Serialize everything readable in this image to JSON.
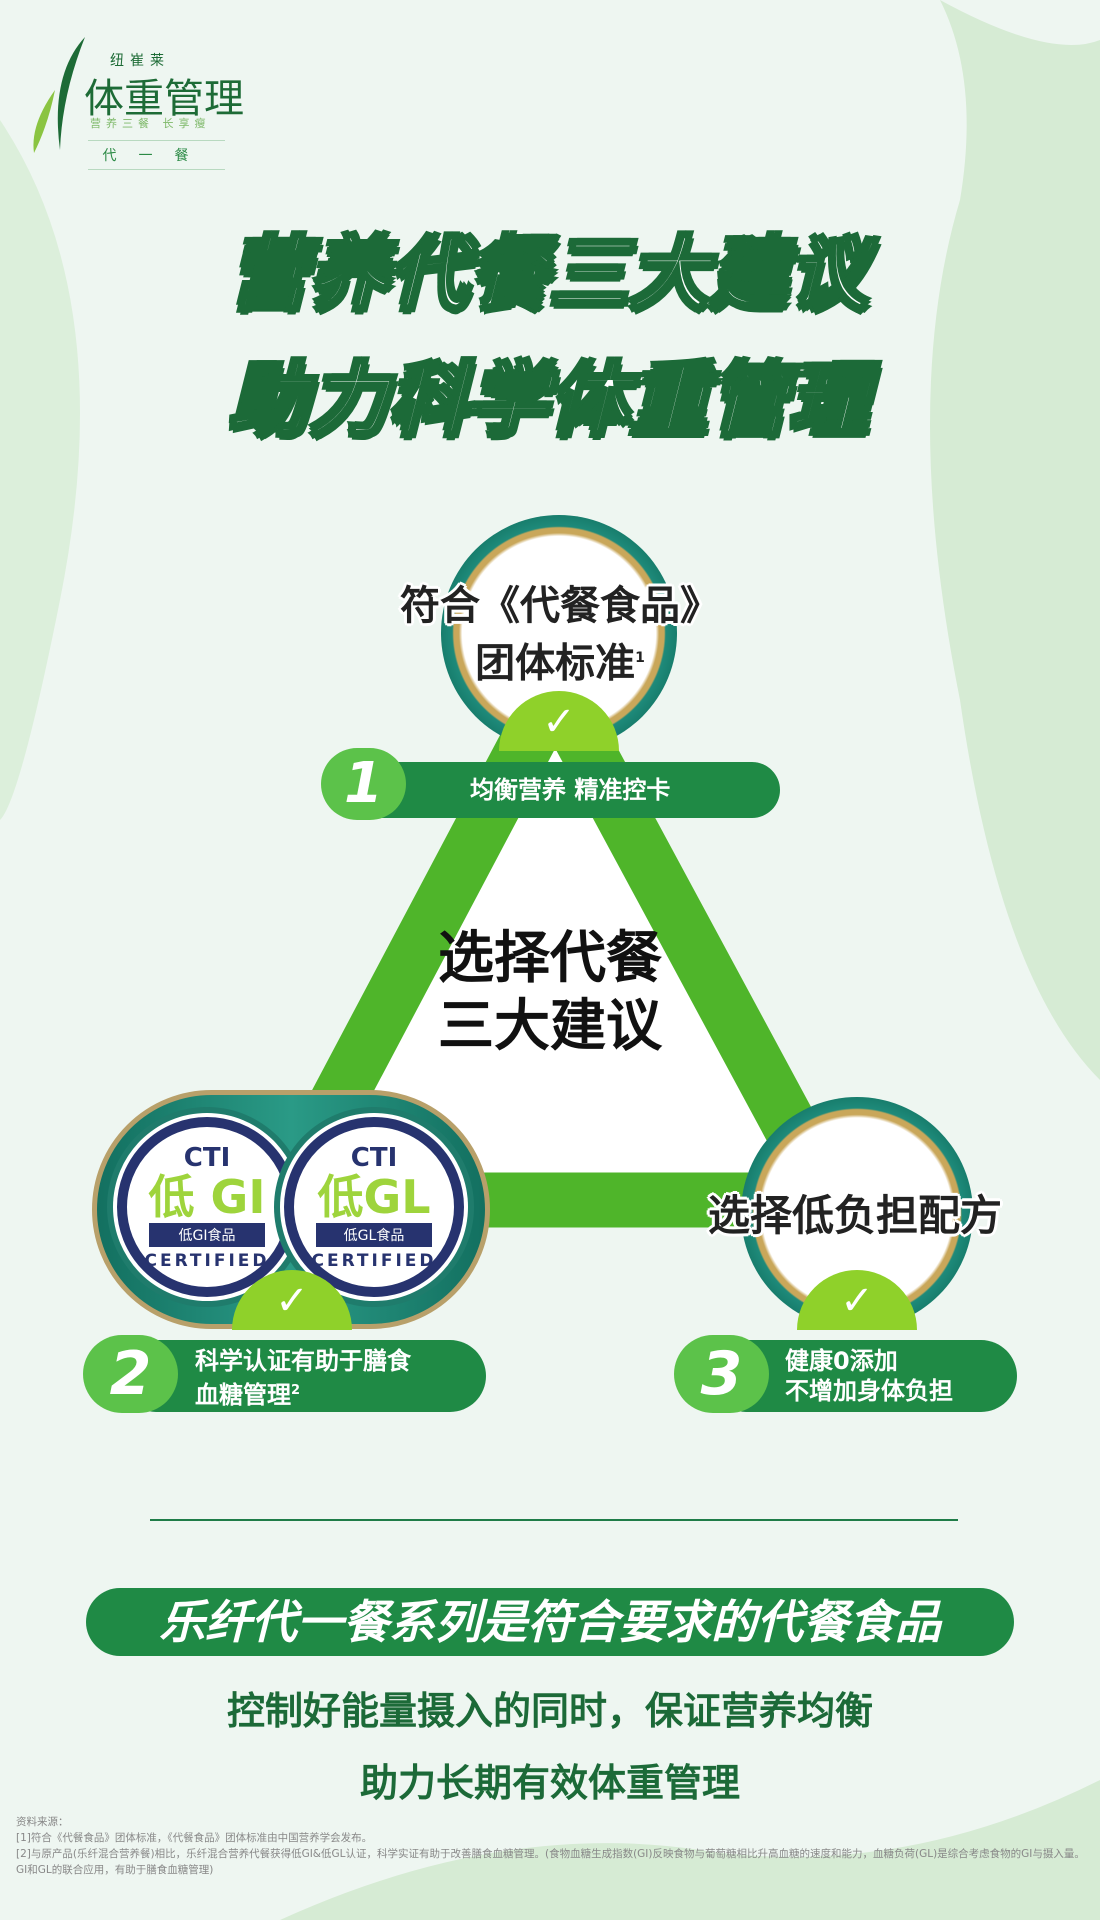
{
  "logo": {
    "brand": "纽崔莱",
    "main": "体重管理",
    "slogan": "营养三餐 长享瘦",
    "sub": "代一餐"
  },
  "title": {
    "line1": "营养代餐三大建议",
    "line2": "助力科学体重管理"
  },
  "center": {
    "line1": "选择代餐",
    "line2": "三大建议"
  },
  "top_badge": {
    "line1": "符合《代餐食品》",
    "line2": "团体标准",
    "sup": "1"
  },
  "item1": {
    "num": "1",
    "label": "均衡营养 精准控卡"
  },
  "item2": {
    "num": "2",
    "line1": "科学认证有助于膳食",
    "line2": "血糖管理",
    "sup": "2"
  },
  "item3": {
    "num": "3",
    "line1": "健康0添加",
    "line2": "不增加身体负担"
  },
  "right_badge": {
    "label": "选择低负担配方"
  },
  "seals": [
    {
      "brand": "CTI",
      "big": "低 GI",
      "band": "低GI食品",
      "cert": "CERTIFIED"
    },
    {
      "brand": "CTI",
      "big": "低GL",
      "band": "低GL食品",
      "cert": "CERTIFIED"
    }
  ],
  "check": "✓",
  "banner": "乐纤代一餐系列是符合要求的代餐食品",
  "sub1": "控制好能量摄入的同时，保证营养均衡",
  "sub2": "助力长期有效体重管理",
  "footnotes": [
    "资料来源：",
    "[1]符合《代餐食品》团体标准，《代餐食品》团体标准由中国营养学会发布。",
    "[2]与原产品(乐纤混合营养餐)相比，乐纤混合营养代餐获得低GI&低GL认证，科学实证有助于改善膳食血糖管理。(食物血糖生成指数(GI)反映食物与葡萄糖相比升高血糖的速度和能力，血糖负荷(GL)是综合考虑食物的GI与摄入量。GI和GL的联合应用，有助于膳食血糖管理)"
  ],
  "colors": {
    "dark_green": "#1c6a38",
    "pill": "#1f8a45",
    "num": "#5cc24a",
    "triangle": "#4fb52a"
  }
}
